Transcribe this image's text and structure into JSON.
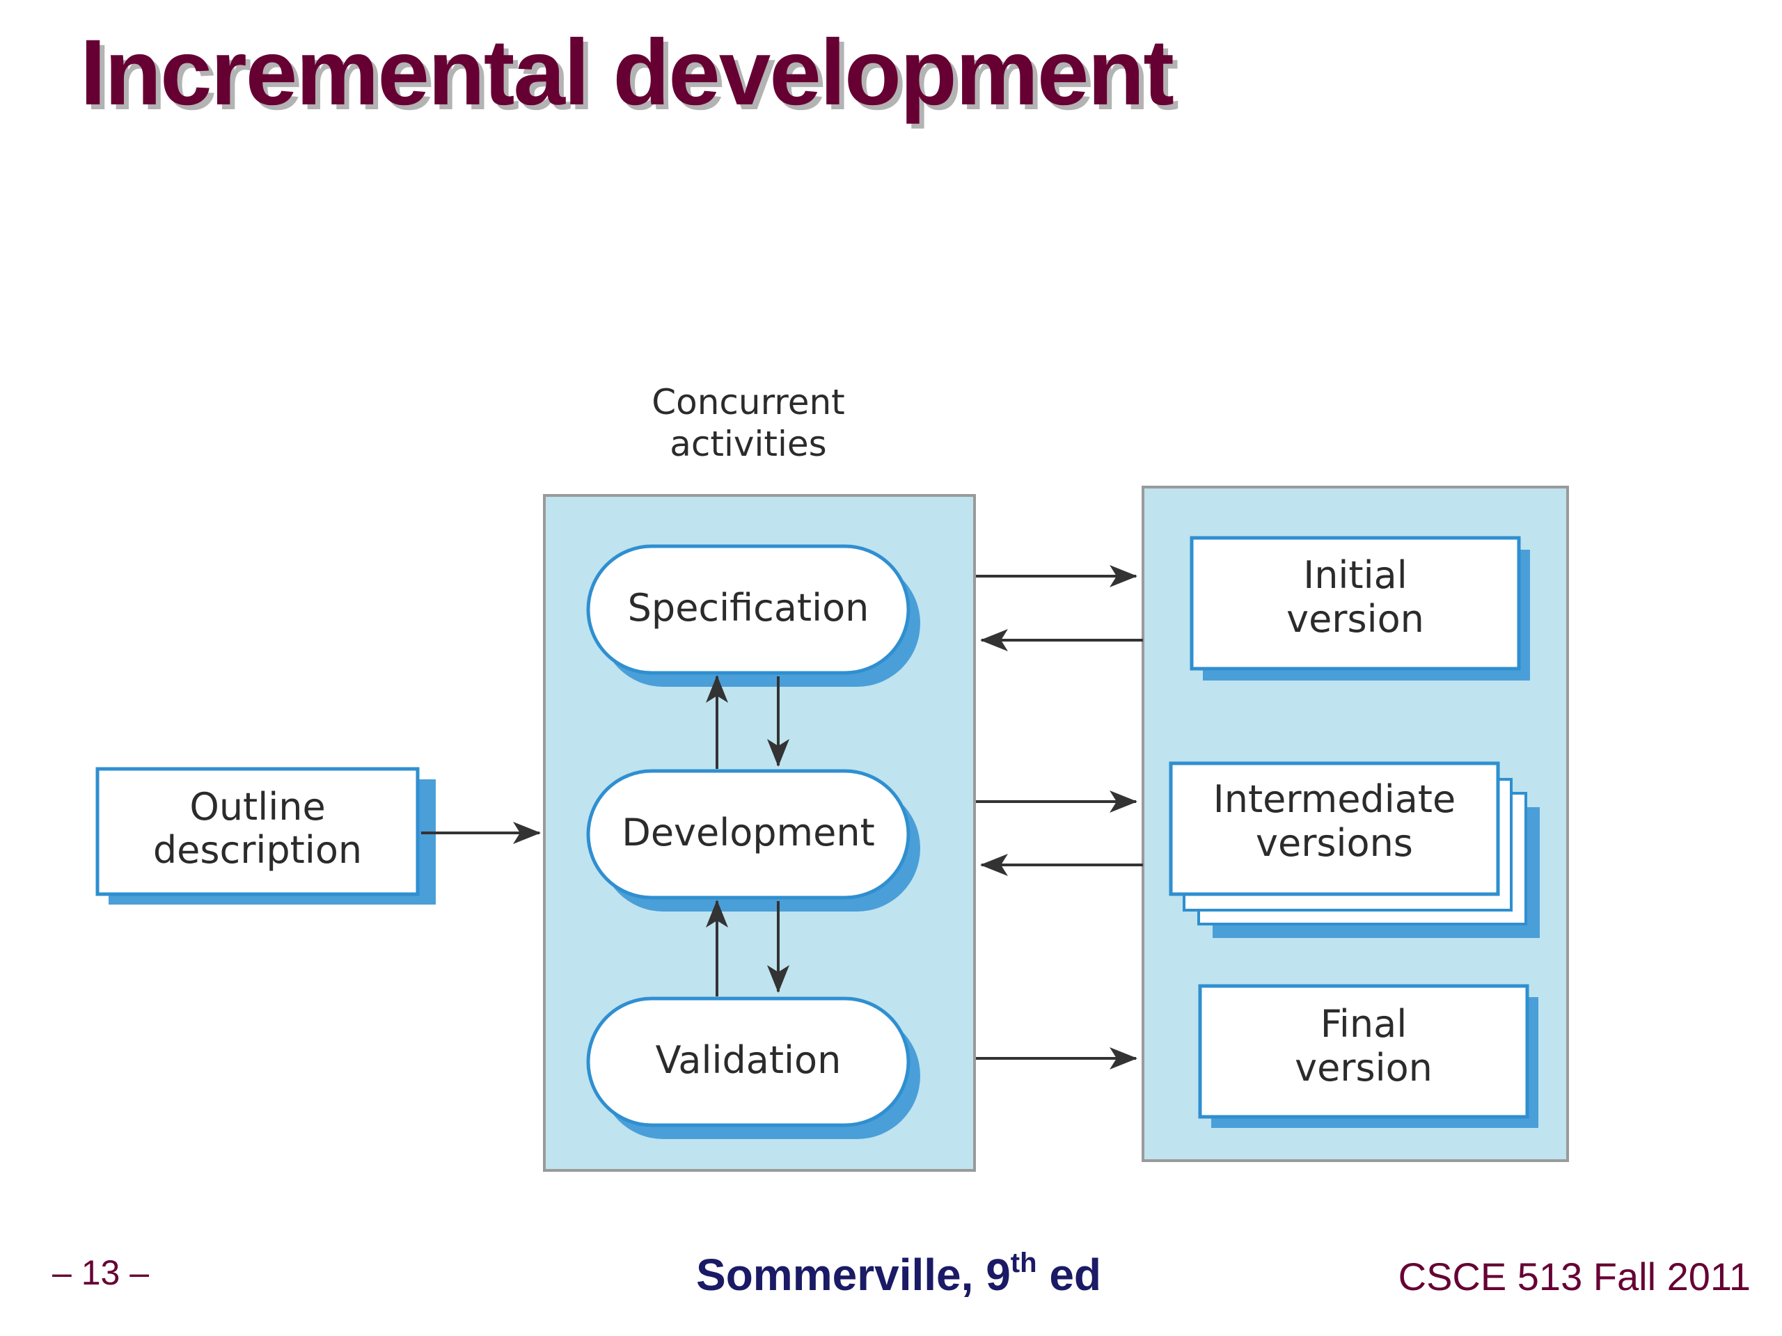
{
  "slide": {
    "title": "Incremental development"
  },
  "diagram": {
    "concurrent_label": [
      "Concurrent",
      "activities"
    ],
    "outline": [
      "Outline",
      "description"
    ],
    "activities": [
      "Specification",
      "Development",
      "Validation"
    ],
    "versions": {
      "initial": [
        "Initial",
        "version"
      ],
      "intermediate": [
        "Intermediate",
        "versions"
      ],
      "final": [
        "Final",
        "version"
      ]
    },
    "colors": {
      "panel_fill": "#bfe3ef",
      "box_border": "#2f8fd0",
      "shadow": "#4a9fd8",
      "arrow": "#333333"
    }
  },
  "footer": {
    "page_number": "– 13 –",
    "source_main": "Sommerville, 9",
    "source_sup": "th",
    "source_end": " ed",
    "course": "CSCE 513 Fall 2011"
  }
}
